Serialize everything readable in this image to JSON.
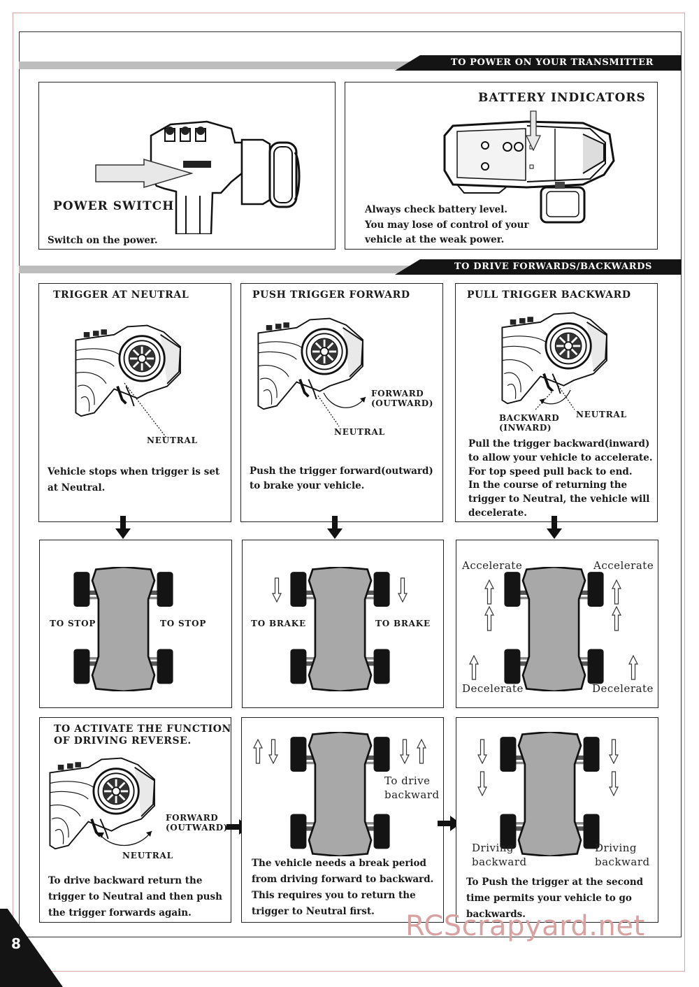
{
  "sections": {
    "power_on": "TO POWER ON YOUR TRANSMITTER",
    "drive": "TO DRIVE FORWARDS/BACKWARDS"
  },
  "power_panel": {
    "heading": "POWER SWITCH",
    "text": "Switch on the power."
  },
  "battery_panel": {
    "heading": "BATTERY INDICATORS",
    "text_lines": [
      "Always check battery level.",
      "You may lose of control of your",
      "vehicle at the weak power."
    ]
  },
  "neutral_panel": {
    "heading": "TRIGGER AT NEUTRAL",
    "label_neutral": "NEUTRAL",
    "text_lines": [
      "Vehicle stops when trigger is set",
      "at Neutral."
    ]
  },
  "forward_panel": {
    "heading": "PUSH TRIGGER FORWARD",
    "label_forward": [
      "FORWARD",
      "(OUTWARD)"
    ],
    "label_neutral": "NEUTRAL",
    "text_lines": [
      "Push the trigger forward(outward)",
      "to brake  your vehicle."
    ]
  },
  "backward_panel": {
    "heading": "PULL TRIGGER BACKWARD",
    "label_backward": [
      "BACKWARD",
      "(INWARD)"
    ],
    "label_neutral": "NEUTRAL",
    "text_lines": [
      "Pull the trigger backward(inward)",
      "to allow your vehicle to accelerate.",
      "For top speed pull back to end.",
      "In the course of returning the",
      "trigger to Neutral, the vehicle will",
      "decelerate."
    ]
  },
  "stop_panel": {
    "left": "TO STOP",
    "right": "TO STOP"
  },
  "brake_panel": {
    "left": "TO BRAKE",
    "right": "TO BRAKE"
  },
  "accel_panel": {
    "tl": "Accelerate",
    "tr": "Accelerate",
    "bl": "Decelerate",
    "br": "Decelerate"
  },
  "reverse_panel": {
    "heading": [
      "TO ACTIVATE THE FUNCTION",
      "OF DRIVING REVERSE."
    ],
    "label_forward": [
      "FORWARD",
      "(OUTWARD)"
    ],
    "label_neutral": "NEUTRAL",
    "text_lines": [
      "To drive backward return the",
      "trigger to Neutral and then push",
      "the trigger forwards again."
    ]
  },
  "to_drive_panel": {
    "label": [
      "To drive",
      "backward"
    ],
    "text_lines": [
      "The vehicle needs a break period",
      "from driving forward to backward.",
      "This requires you to return the",
      "trigger to Neutral first."
    ]
  },
  "driving_panel": {
    "left": [
      "Driving",
      "backward"
    ],
    "right": [
      "Driving",
      "backward"
    ],
    "text_lines": [
      "To Push the trigger at the second",
      "time permits your vehicle to go",
      "backwards."
    ]
  },
  "page_number": "8",
  "watermark": "RCScrapyard.net"
}
